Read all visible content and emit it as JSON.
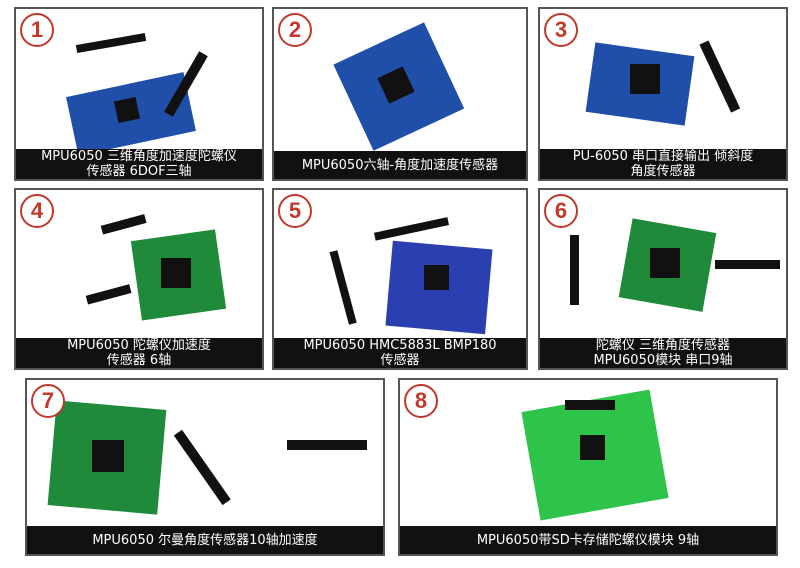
{
  "products": [
    {
      "number": "1",
      "caption_lines": [
        "MPU6050 三维角度加速度陀螺仪",
        "传感器 6DOF三轴"
      ]
    },
    {
      "number": "2",
      "caption_lines": [
        "MPU6050六轴-角度加速度传感器"
      ]
    },
    {
      "number": "3",
      "caption_lines": [
        "PU-6050 串口直接输出 倾斜度",
        "角度传感器"
      ]
    },
    {
      "number": "4",
      "caption_lines": [
        "MPU6050 陀螺仪加速度",
        "传感器 6轴"
      ]
    },
    {
      "number": "5",
      "caption_lines": [
        "MPU6050 HMC5883L BMP180",
        "传感器"
      ]
    },
    {
      "number": "6",
      "caption_lines": [
        "陀螺仪 三维角度传感器",
        "MPU6050模块 串口9轴"
      ]
    },
    {
      "number": "7",
      "caption_lines": [
        "MPU6050 尔曼角度传感器10轴加速度"
      ]
    },
    {
      "number": "8",
      "caption_lines": [
        "MPU6050带SD卡存储陀螺仪模块 9轴"
      ]
    }
  ],
  "colors": {
    "badge_ring": "#c0392b",
    "caption_bg": "#111111",
    "blue_pcb": "#1f4fa8",
    "green_pcb": "#1e8a3a"
  }
}
